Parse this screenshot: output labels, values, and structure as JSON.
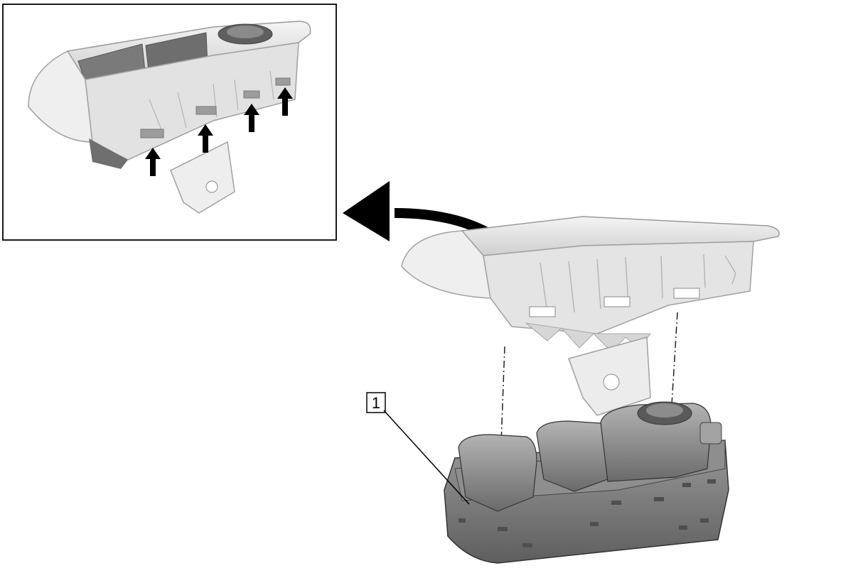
{
  "colors": {
    "background": "#ffffff",
    "outline": "#1a1a1a",
    "bezel_light": "#ececec",
    "bezel_mid": "#d4d4d4",
    "bezel_shadow": "#b9b9b9",
    "switch_dark": "#6f6f6f",
    "switch_mid": "#8c8c8c",
    "switch_light": "#a9a9a9",
    "arrow": "#000000"
  },
  "inset": {
    "clip_arrows": [
      {
        "name": "clip-arrow-1"
      },
      {
        "name": "clip-arrow-2"
      },
      {
        "name": "clip-arrow-3"
      },
      {
        "name": "clip-arrow-4"
      }
    ]
  },
  "callouts": [
    {
      "label": "1",
      "target": "window-switch-assembly"
    }
  ]
}
